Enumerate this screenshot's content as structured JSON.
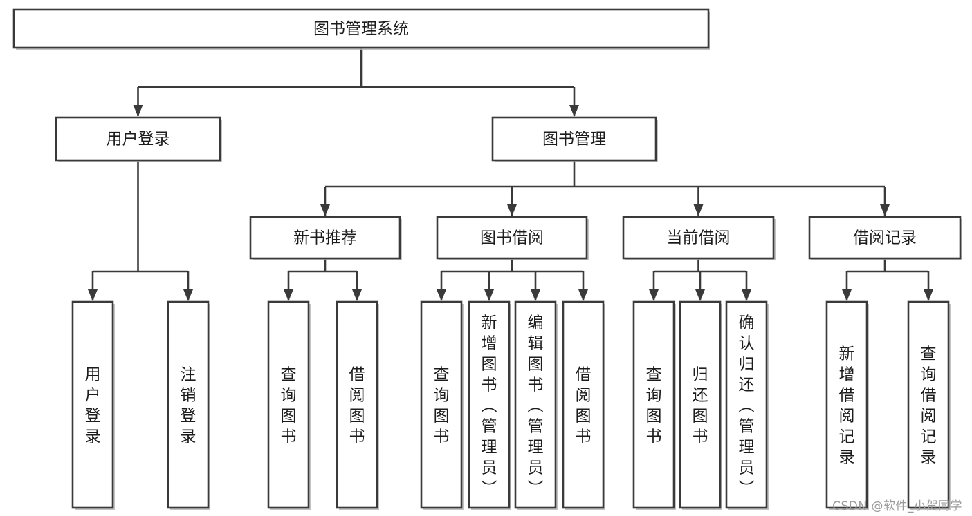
{
  "diagram": {
    "title": "图书管理系统",
    "type": "tree-hierarchy-diagram",
    "orientation": "top-down",
    "colors": {
      "box_fill": "#ffffff",
      "box_stroke": "#3a3a3a",
      "shadow": "#b9b9b9",
      "text": "#1c1c1c",
      "background": "#ffffff",
      "watermark": "#9b9b9b"
    },
    "nodes": {
      "root": {
        "label": "图书管理系统",
        "level": 1,
        "orientation": "horizontal"
      },
      "l2_user_login": {
        "label": "用户登录",
        "level": 2,
        "orientation": "horizontal"
      },
      "l2_book_mgmt": {
        "label": "图书管理",
        "level": 2,
        "orientation": "horizontal"
      },
      "l3_new_book_rec": {
        "label": "新书推荐",
        "level": 3,
        "orientation": "horizontal"
      },
      "l3_book_borrow": {
        "label": "图书借阅",
        "level": 3,
        "orientation": "horizontal"
      },
      "l3_current_borrow": {
        "label": "当前借阅",
        "level": 3,
        "orientation": "horizontal"
      },
      "l3_borrow_record": {
        "label": "借阅记录",
        "level": 3,
        "orientation": "horizontal"
      },
      "l4_user_login": {
        "label": "用户登录",
        "level": 4,
        "orientation": "vertical"
      },
      "l4_logout_login": {
        "label": "注销登录",
        "level": 4,
        "orientation": "vertical"
      },
      "l4_query_book_1": {
        "label": "查询图书",
        "level": 4,
        "orientation": "vertical"
      },
      "l4_borrow_book_1": {
        "label": "借阅图书",
        "level": 4,
        "orientation": "vertical"
      },
      "l4_query_book_2": {
        "label": "查询图书",
        "level": 4,
        "orientation": "vertical"
      },
      "l4_add_book_admin": {
        "label": "新增图书（管理员）",
        "level": 4,
        "orientation": "vertical"
      },
      "l4_edit_book_admin": {
        "label": "编辑图书（管理员）",
        "level": 4,
        "orientation": "vertical"
      },
      "l4_borrow_book_2": {
        "label": "借阅图书",
        "level": 4,
        "orientation": "vertical"
      },
      "l4_query_book_3": {
        "label": "查询图书",
        "level": 4,
        "orientation": "vertical"
      },
      "l4_return_book": {
        "label": "归还图书",
        "level": 4,
        "orientation": "vertical"
      },
      "l4_confirm_return_admin": {
        "label": "确认归还（管理员）",
        "level": 4,
        "orientation": "vertical"
      },
      "l4_add_borrow_record": {
        "label": "新增借阅记录",
        "level": 4,
        "orientation": "vertical"
      },
      "l4_query_borrow_record": {
        "label": "查询借阅记录",
        "level": 4,
        "orientation": "vertical"
      }
    },
    "edges": [
      {
        "from": "root",
        "to": "l2_user_login"
      },
      {
        "from": "root",
        "to": "l2_book_mgmt"
      },
      {
        "from": "l2_user_login",
        "to": "l4_user_login"
      },
      {
        "from": "l2_user_login",
        "to": "l4_logout_login"
      },
      {
        "from": "l2_book_mgmt",
        "to": "l3_new_book_rec"
      },
      {
        "from": "l2_book_mgmt",
        "to": "l3_book_borrow"
      },
      {
        "from": "l2_book_mgmt",
        "to": "l3_current_borrow"
      },
      {
        "from": "l2_book_mgmt",
        "to": "l3_borrow_record"
      },
      {
        "from": "l3_new_book_rec",
        "to": "l4_query_book_1"
      },
      {
        "from": "l3_new_book_rec",
        "to": "l4_borrow_book_1"
      },
      {
        "from": "l3_book_borrow",
        "to": "l4_query_book_2"
      },
      {
        "from": "l3_book_borrow",
        "to": "l4_add_book_admin"
      },
      {
        "from": "l3_book_borrow",
        "to": "l4_edit_book_admin"
      },
      {
        "from": "l3_book_borrow",
        "to": "l4_borrow_book_2"
      },
      {
        "from": "l3_current_borrow",
        "to": "l4_query_book_3"
      },
      {
        "from": "l3_current_borrow",
        "to": "l4_return_book"
      },
      {
        "from": "l3_current_borrow",
        "to": "l4_confirm_return_admin"
      },
      {
        "from": "l3_borrow_record",
        "to": "l4_add_borrow_record"
      },
      {
        "from": "l3_borrow_record",
        "to": "l4_query_borrow_record"
      }
    ]
  },
  "watermark": {
    "text": "CSDN @软件_小贺同学"
  }
}
